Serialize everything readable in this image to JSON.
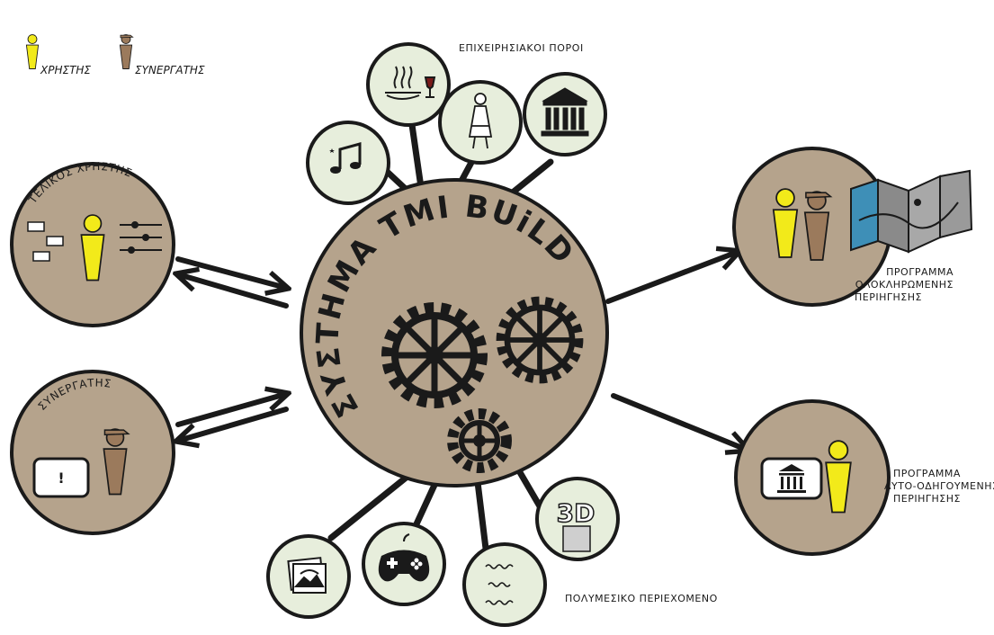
{
  "legend": {
    "user_label": "ΧΡΗΣΤΗΣ",
    "partner_label": "ΣΥΝΕΡΓΑΤΗΣ"
  },
  "center": {
    "title": "ΣΥΣΤΗΜΑ TMI BUiLDER"
  },
  "inputs": {
    "end_user_title": "ΤΕΛΙΚΟΣ ΧΡΗΣΤΗΣ",
    "partner_title": "ΣΥΝΕΡΓΑΤΗΣ"
  },
  "resources": {
    "label": "ΕΠΙΧΕΙΡΗΣΙΑΚΟΙ ΠΟΡΟΙ",
    "items": [
      "music-icon",
      "food-wine-icon",
      "folk-dancer-icon",
      "ancient-temple-icon"
    ]
  },
  "multimedia": {
    "label": "ΠΟΛΥΜΕΣΙΚΟ ΠΕΡΙΕΧΟΜΕΝΟ",
    "items": [
      "picture-icon",
      "gamepad-icon",
      "text-icon",
      "3d-icon"
    ],
    "three_d_text": "3D"
  },
  "outputs": {
    "full_tour": [
      "ΠΡΟΓΡΑΜΜΑ",
      "ΟΛΟΚΛΗΡΩΜΕΝΗΣ",
      "ΠΕΡΙΗΓΗΣΗΣ"
    ],
    "self_guided": [
      "ΠΡΟΓΡΑΜΜΑ",
      "ΑΥΤΟ-ΟΔΗΓΟΥΜΕΝΗΣ",
      "ΠΕΡΙΗΓΗΣΗΣ"
    ]
  },
  "colors": {
    "disc_tan": "#b5a38c",
    "bubble_green": "#e7eedc",
    "user_yellow": "#f2ea1a",
    "partner_brown": "#9b7a5c",
    "map_blue": "#3e8fb7",
    "ink": "#1a1a1a"
  }
}
